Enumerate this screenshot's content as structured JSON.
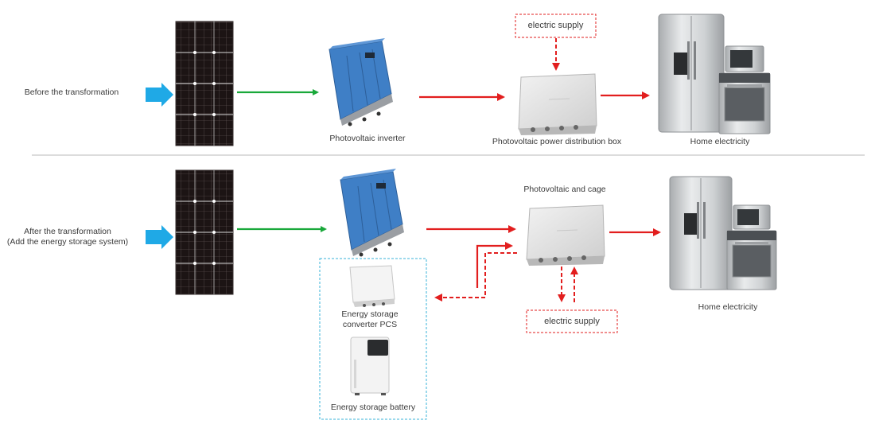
{
  "top": {
    "row_label": "Before the transformation",
    "inverter_label": "Photovoltaic inverter",
    "box_label": "Photovoltaic power distribution box",
    "supply_label": "electric supply",
    "home_label": "Home electricity"
  },
  "bottom": {
    "row_label_line1": "After the transformation",
    "row_label_line2": "(Add the energy storage system)",
    "box_label": "Photovoltaic and cage",
    "pcs_label_line1": "Energy storage",
    "pcs_label_line2": "converter PCS",
    "battery_label": "Energy storage battery",
    "supply_label": "electric supply",
    "home_label": "Home electricity"
  },
  "colors": {
    "solar_arrow": "#1fa9e6",
    "green_arrow": "#19a83a",
    "red_arrow": "#e21e1e",
    "inverter_blue": "#3f7fc6",
    "dashed_frame": "#39b3d8"
  }
}
